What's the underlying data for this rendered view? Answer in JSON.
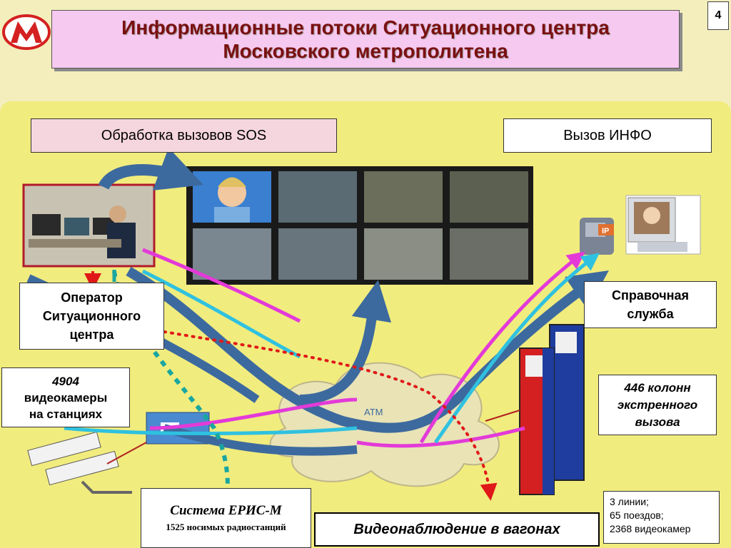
{
  "page_number": "4",
  "title": {
    "line1": "Информационные потоки Ситуационного центра",
    "line2": "Московского метрополитена"
  },
  "logo": {
    "letter": "M",
    "color": "#d42020"
  },
  "boxes": {
    "sos": "Обработка вызовов SOS",
    "info": "Вызов ИНФО",
    "operator": [
      "Оператор",
      "Ситуационного",
      "центра"
    ],
    "cameras": [
      "4904",
      "видеокамеры",
      "на станциях"
    ],
    "helpdesk": [
      "Справочная",
      "служба"
    ],
    "columns": [
      "446 колонн",
      "экстренного",
      "вызова"
    ],
    "eris_title": "Система ЕРИС-М",
    "eris_sub": "1525 носимых радиостанций",
    "wagons": "Видеонаблюдение в вагонах",
    "stats": [
      "3 линии;",
      "65 поездов;",
      "2368 видеокамер"
    ]
  },
  "cloud_label": "ATM",
  "phone_badge": "IP",
  "colors": {
    "flow_blue": "#3d6a9e",
    "flow_magenta": "#e33ad8",
    "flow_cyan": "#2fc1e0",
    "flow_red_dotted": "#e01818",
    "flow_teal_dotted": "#1aa6a0",
    "title_text": "#7a1010"
  }
}
